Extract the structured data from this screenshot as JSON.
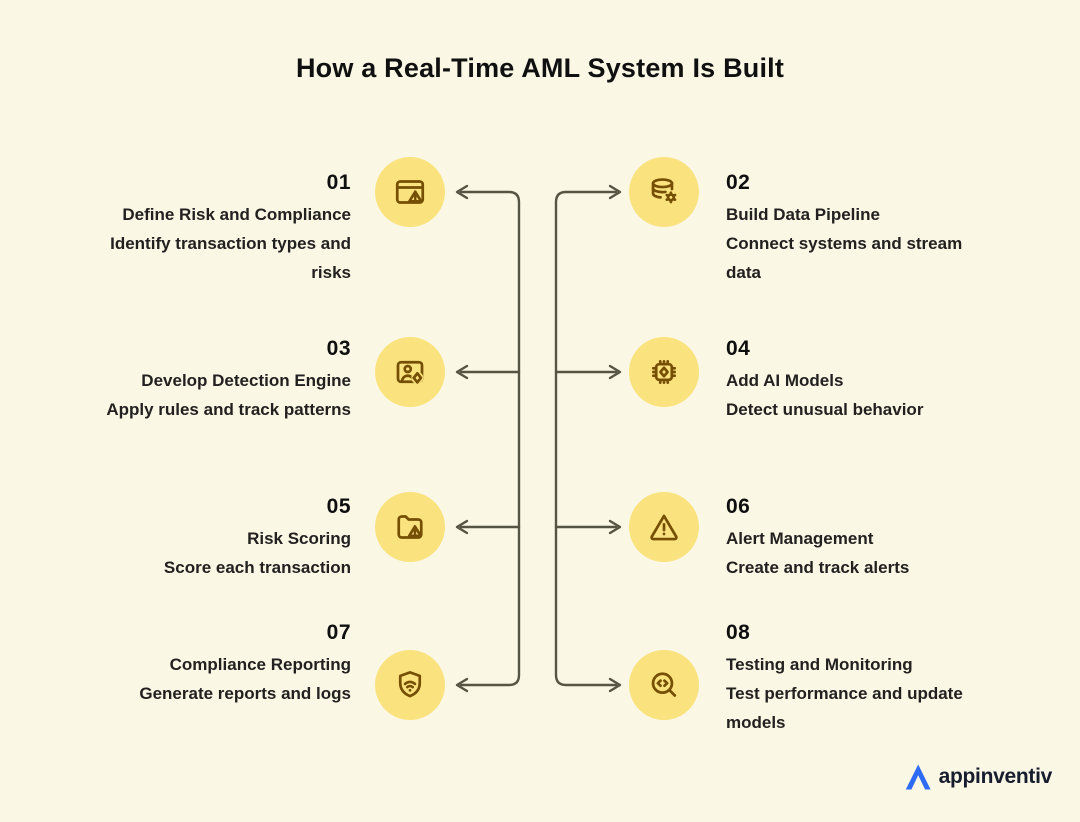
{
  "title": "How a Real-Time AML System Is Built",
  "steps": [
    {
      "num": "01",
      "title": "Define Risk and Compliance",
      "desc_lines": [
        "Identify transaction types and",
        "risks"
      ],
      "icon": "window-alert-icon",
      "side": "left"
    },
    {
      "num": "02",
      "title": "Build Data Pipeline",
      "desc_lines": [
        "Connect systems and stream",
        "data"
      ],
      "icon": "database-gear-icon",
      "side": "right"
    },
    {
      "num": "03",
      "title": "Develop Detection Engine",
      "desc_lines": [
        "Apply rules and track patterns"
      ],
      "icon": "id-badge-sparkle-icon",
      "side": "left"
    },
    {
      "num": "04",
      "title": "Add AI Models",
      "desc_lines": [
        "Detect unusual behavior"
      ],
      "icon": "chip-sparkle-icon",
      "side": "right"
    },
    {
      "num": "05",
      "title": "Risk Scoring",
      "desc_lines": [
        "Score each transaction"
      ],
      "icon": "folder-alert-icon",
      "side": "left"
    },
    {
      "num": "06",
      "title": "Alert Management",
      "desc_lines": [
        "Create and track alerts"
      ],
      "icon": "alert-triangle-icon",
      "side": "right"
    },
    {
      "num": "07",
      "title": "Compliance Reporting",
      "desc_lines": [
        "Generate reports and logs"
      ],
      "icon": "shield-wifi-icon",
      "side": "left"
    },
    {
      "num": "08",
      "title": "Testing and Monitoring",
      "desc_lines": [
        "Test performance and update",
        "models"
      ],
      "icon": "search-code-icon",
      "side": "right"
    }
  ],
  "colors": {
    "background": "#FAF7E5",
    "circle_fill": "#FAE37E",
    "icon_stroke": "#754F04",
    "connector": "#565442",
    "text": "#1D1D1B",
    "logo_blue": "#2E6BF5",
    "logo_text": "#171D2E"
  },
  "footer": {
    "logo_text": "appinventiv"
  }
}
